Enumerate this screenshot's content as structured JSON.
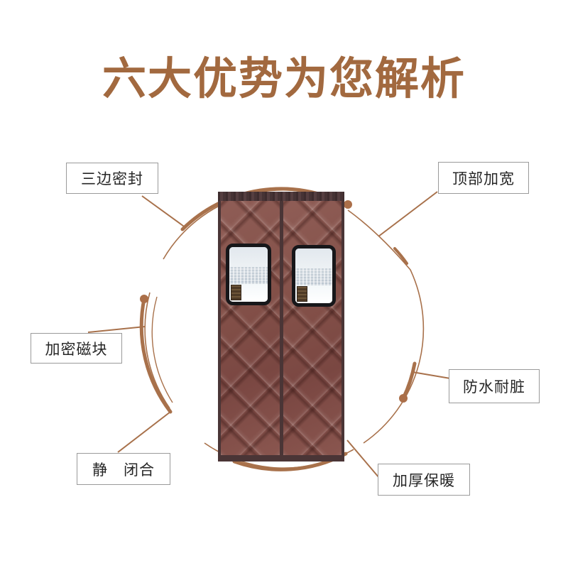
{
  "title": "六大优势为您解析",
  "features": [
    {
      "position": "top-left",
      "label": "三边密封"
    },
    {
      "position": "top-right",
      "label": "顶部加宽"
    },
    {
      "position": "mid-left",
      "label": "加密磁块"
    },
    {
      "position": "mid-right",
      "label": "防水耐脏"
    },
    {
      "position": "bottom-left",
      "label": "静　闭合"
    },
    {
      "position": "bottom-right",
      "label": "加厚保暖"
    }
  ],
  "colors": {
    "title_text": "#a2693f",
    "sketch_line": "#a8714b",
    "door_frame": "#4a3536",
    "door_panel": "#85524c",
    "callout_border": "#9a9a9a"
  }
}
